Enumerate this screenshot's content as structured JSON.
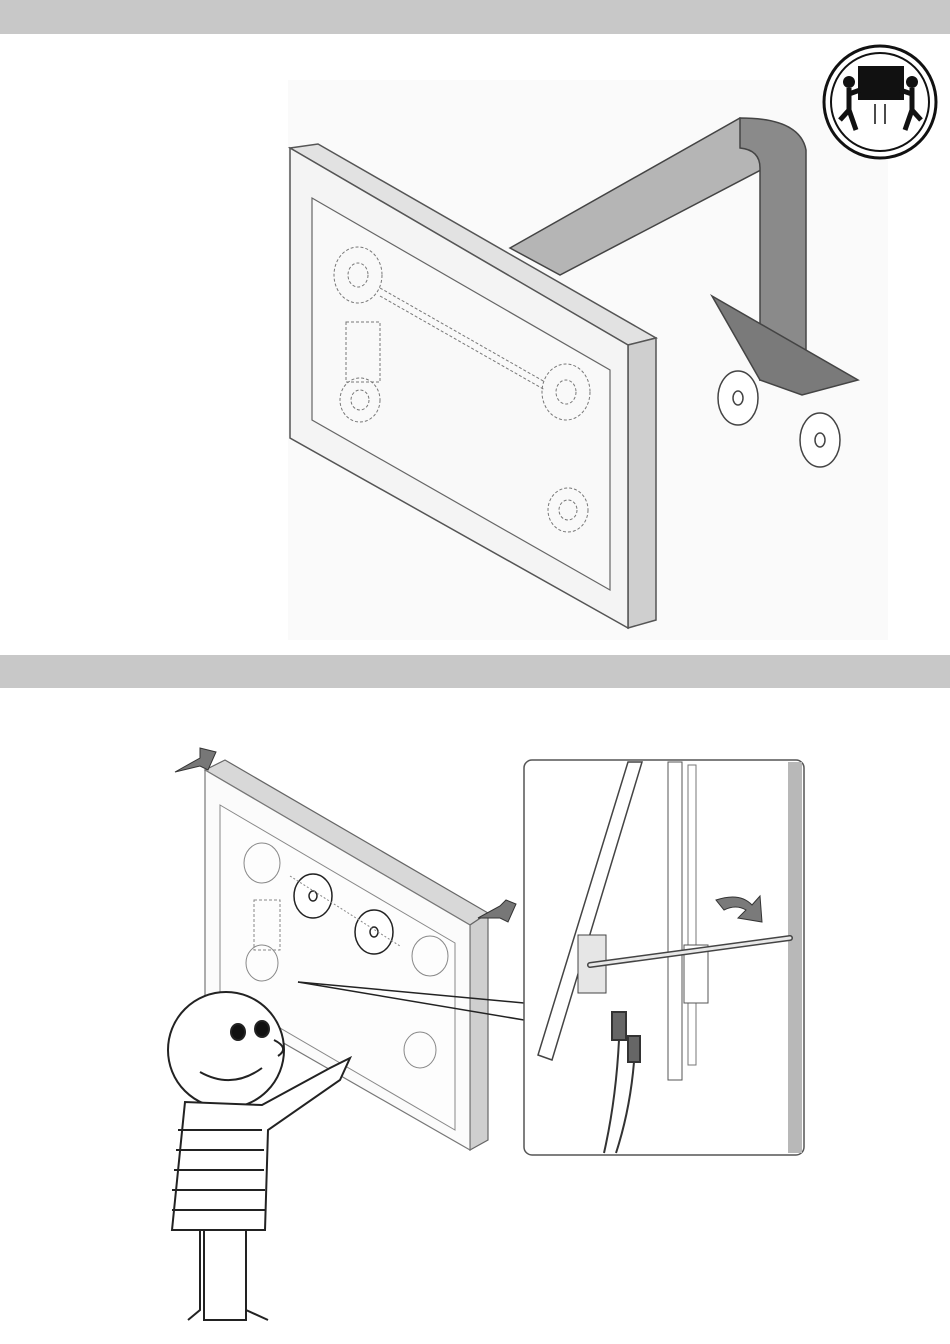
{
  "page": {
    "sections": [
      {
        "id": "step-1",
        "illustration": "two-person-lift-tv-mount",
        "icon": "two-person-lift-icon"
      },
      {
        "id": "step-2",
        "illustration": "person-pointing-cable-connection"
      }
    ]
  },
  "colors": {
    "band": "#c8c8c8",
    "panel_edge": "#d0d0d0",
    "arrow_light": "#b5b5b5",
    "arrow_dark": "#7a7a7a",
    "line": "#444444"
  }
}
